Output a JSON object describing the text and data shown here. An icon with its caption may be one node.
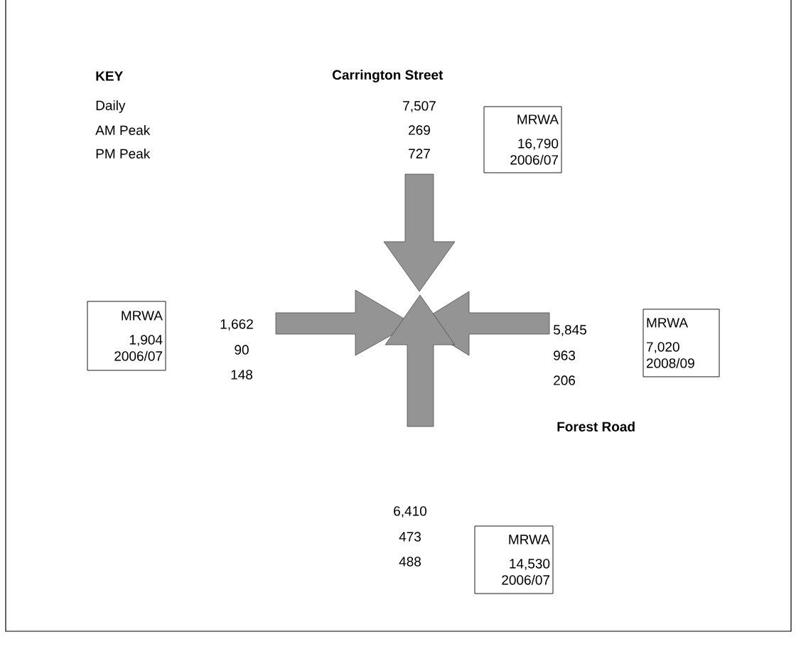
{
  "diagram": {
    "nodes": [
      {
        "text": [
          "MRWA",
          "16,790",
          "2006/07"
        ]
      },
      {
        "text": [
          "MRWA",
          "1,904",
          "2006/07"
        ]
      },
      {
        "text": [
          "MRWA",
          "7,020",
          "2008/09"
        ]
      },
      {
        "text": [
          "MRWA",
          "14,530",
          "2006/07"
        ]
      }
    ],
    "labels": [
      "KEY",
      "Daily",
      "AM Peak",
      "PM Peak",
      "Carrington Street",
      "7,507",
      "269",
      "727",
      "1,662",
      "90",
      "148",
      "5,845",
      "963",
      "206",
      "Forest Road",
      "6,410",
      "473",
      "488"
    ]
  }
}
